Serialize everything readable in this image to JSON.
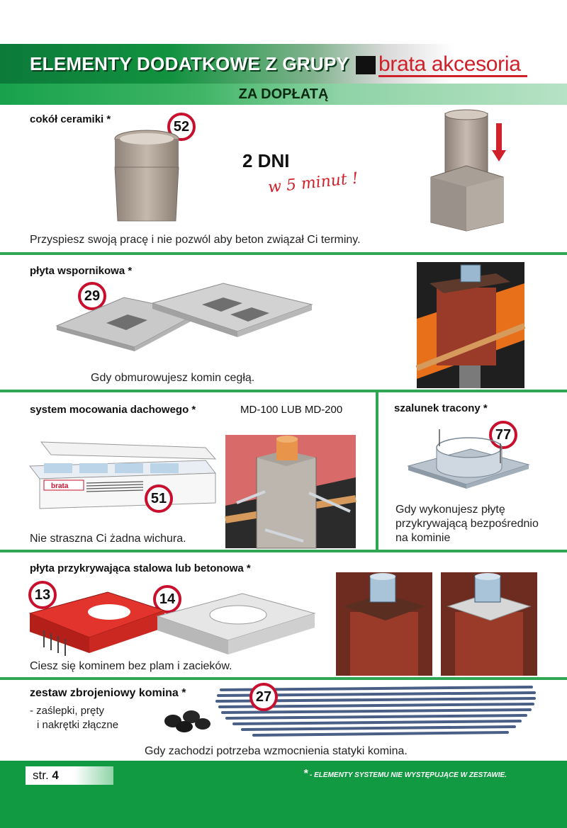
{
  "header": {
    "title": "ELEMENTY DODATKOWE Z GRUPY",
    "logo_text": "brata akcesoria",
    "subtitle": "ZA DOPŁATĄ"
  },
  "sections": {
    "ceramics": {
      "title": "cokół ceramiki *",
      "badge": "52",
      "highlight": "2 DNI",
      "highlight_script": "w 5 minut !",
      "caption": "Przyspiesz swoją pracę i nie pozwól aby beton związał Ci terminy."
    },
    "support_plate": {
      "title": "płyta wspornikowa *",
      "badge": "29",
      "caption": "Gdy obmurowujesz komin cegłą."
    },
    "roof_mount": {
      "title": "system mocowania dachowego *",
      "models": "MD-100 LUB MD-200",
      "badge": "51",
      "box_brand": "brata",
      "caption": "Nie straszna Ci żadna wichura."
    },
    "formwork": {
      "title": "szalunek tracony *",
      "badge": "77",
      "caption_lines": [
        "Gdy wykonujesz płytę",
        "przykrywającą bezpośrednio",
        "na kominie"
      ]
    },
    "cover_plate": {
      "title": "płyta przykrywająca stalowa lub betonowa *",
      "badge_steel": "13",
      "badge_concrete": "14",
      "caption": "Ciesz się kominem bez plam i zacieków."
    },
    "reinforcement": {
      "title": "zestaw zbrojeniowy komina *",
      "items_lines": [
        "- zaślepki, pręty",
        "i nakrętki złączne"
      ],
      "badge": "27",
      "caption": "Gdy zachodzi potrzeba wzmocnienia statyki komina."
    }
  },
  "footer": {
    "page_label": "str.",
    "page_number": "4",
    "note_star": "*",
    "note": " - ELEMENTY SYSTEMU NIE WYSTĘPUJĄCE W ZESTAWIE."
  },
  "colors": {
    "brand_green": "#129a43",
    "accent_red": "#c8102e",
    "logo_red": "#d0202a"
  }
}
